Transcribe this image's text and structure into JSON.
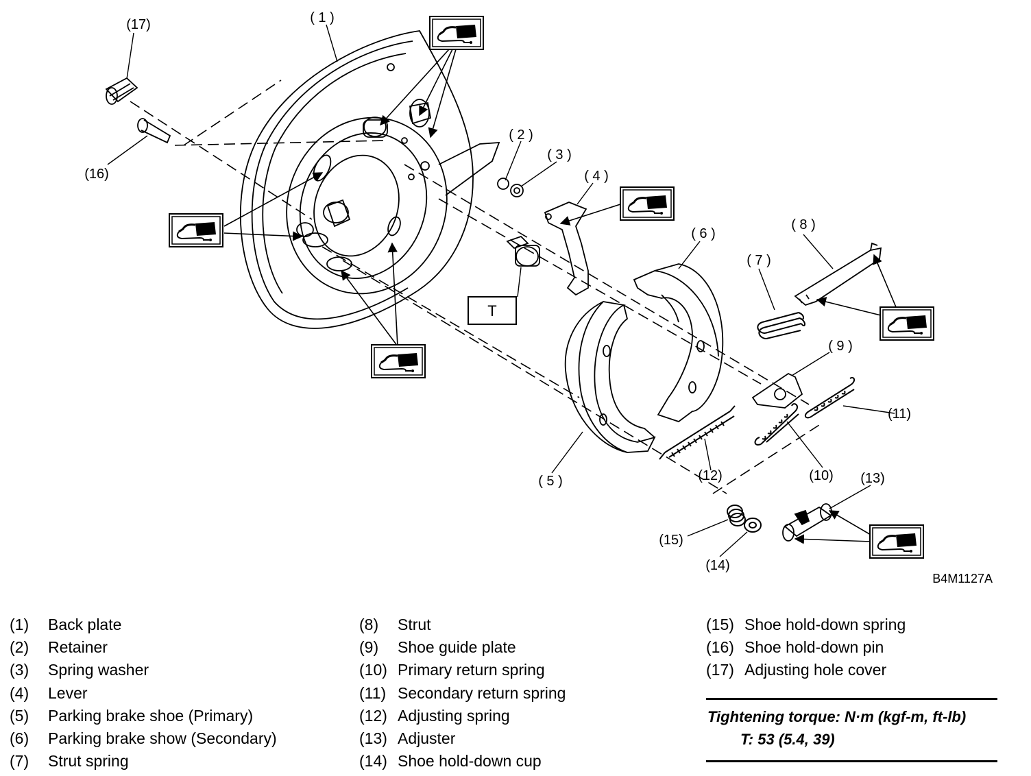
{
  "callouts": {
    "c1": "( 1 )",
    "c2": "( 2 )",
    "c3": "( 3 )",
    "c4": "( 4 )",
    "c5": "( 5 )",
    "c6": "( 6 )",
    "c7": "( 7 )",
    "c8": "( 8 )",
    "c9": "( 9 )",
    "c10": "(10)",
    "c11": "(11)",
    "c12": "(12)",
    "c13": "(13)",
    "c14": "(14)",
    "c15": "(15)",
    "c16": "(16)",
    "c17": "(17)"
  },
  "torque_marker": "T",
  "figure_code": "B4M1127A",
  "legend": [
    {
      "num": "(1)",
      "label": "Back plate"
    },
    {
      "num": "(2)",
      "label": "Retainer"
    },
    {
      "num": "(3)",
      "label": "Spring washer"
    },
    {
      "num": "(4)",
      "label": "Lever"
    },
    {
      "num": "(5)",
      "label": "Parking brake shoe (Primary)"
    },
    {
      "num": "(6)",
      "label": "Parking brake show (Secondary)"
    },
    {
      "num": "(7)",
      "label": "Strut spring"
    },
    {
      "num": "(8)",
      "label": "Strut"
    },
    {
      "num": "(9)",
      "label": "Shoe guide plate"
    },
    {
      "num": "(10)",
      "label": "Primary return spring"
    },
    {
      "num": "(11)",
      "label": "Secondary return spring"
    },
    {
      "num": "(12)",
      "label": "Adjusting spring"
    },
    {
      "num": "(13)",
      "label": "Adjuster"
    },
    {
      "num": "(14)",
      "label": "Shoe hold-down cup"
    },
    {
      "num": "(15)",
      "label": "Shoe hold-down spring"
    },
    {
      "num": "(16)",
      "label": "Shoe hold-down pin"
    },
    {
      "num": "(17)",
      "label": "Adjusting hole cover"
    }
  ],
  "torque": {
    "title": "Tightening torque: N·m (kgf-m, ft-lb)",
    "value": "T: 53 (5.4, 39)"
  },
  "icons": {
    "grease": "grease-tube-icon"
  }
}
